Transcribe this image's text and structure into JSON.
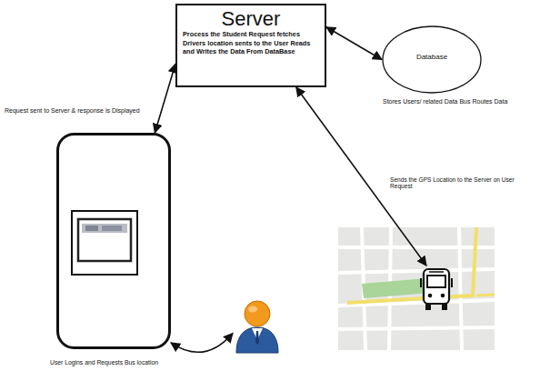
{
  "diagram": {
    "nodes": [
      {
        "text": [
          "Server",
          "Process the Student Request fetches Drivers location sents to the User Reads and Writes the Data From DataBase"
        ]
      },
      {
        "text": [
          "Database",
          "Stores Users/ related Data Bus Routes Data"
        ]
      },
      {
        "text": [
          "Request sent to Server & response is Displayed"
        ]
      },
      {
        "text": [
          "Sends the GPS Location to the Server on User Request"
        ]
      },
      {
        "text": [
          "User Logins and Requests Bus location"
        ]
      }
    ],
    "edges": [
      {
        "from": 0,
        "to": 1,
        "arrow": "both"
      },
      {
        "from": 0,
        "to": 2,
        "arrow": "both"
      },
      {
        "from": 0,
        "to": 3,
        "arrow": "both"
      },
      {
        "from": 2,
        "to": 4,
        "arrow": "both"
      }
    ]
  }
}
